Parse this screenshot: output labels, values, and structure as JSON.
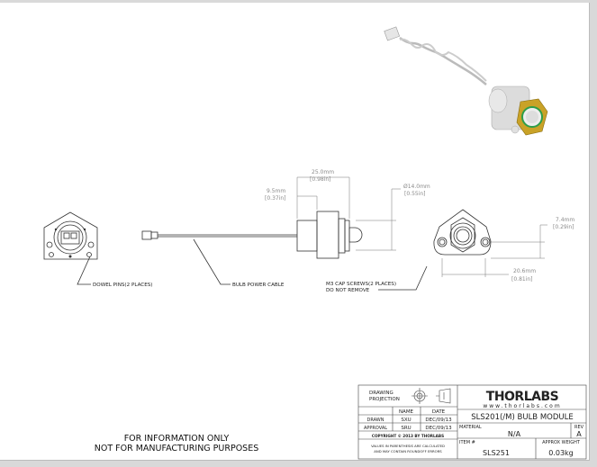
{
  "dimensions": {
    "length_mm": "25.0mm",
    "length_in": "[0.98in]",
    "offset_mm": "9.5mm",
    "offset_in": "[0.37in]",
    "diameter_mm": "Ø14.0mm",
    "diameter_in": "[0.55in]",
    "height_mm": "7.4mm",
    "height_in": "[0.29in]",
    "width_mm": "20.6mm",
    "width_in": "[0.81in]"
  },
  "callouts": {
    "dowel_pins": "DOWEL PINS(2 PLACES)",
    "power_cable": "BULB POWER CABLE",
    "cap_screws_1": "M3 CAP SCREWS(2 PLACES)",
    "cap_screws_2": "DO NOT REMOVE"
  },
  "notice": {
    "line1": "FOR INFORMATION ONLY",
    "line2": "NOT FOR MANUFACTURING PURPOSES"
  },
  "title_block": {
    "projection_label_1": "DRAWING",
    "projection_label_2": "PROJECTION",
    "name_header": "NAME",
    "date_header": "DATE",
    "drawn_label": "DRAWN",
    "drawn_name": "SXU",
    "drawn_date": "DEC/09/13",
    "approval_label": "APPROVAL",
    "approval_name": "SRU",
    "approval_date": "DEC/09/13",
    "copyright": "COPYRIGHT © 2013 BY THORLABS",
    "values_note_1": "VALUES IN PARENTHESIS ARE CALCULATED",
    "values_note_2": "AND MAY CONTAIN ROUNDOFF ERRORS",
    "logo": "THORLABS",
    "website": "www.thorlabs.com",
    "title": "SLS201(/M) BULB MODULE",
    "material_label": "MATERIAL",
    "material_value": "N/A",
    "rev_label": "REV",
    "rev_value": "A",
    "item_label": "ITEM #",
    "item_value": "SLS251",
    "weight_label": "APPROX WEIGHT",
    "weight_value": "0.03kg"
  },
  "colors": {
    "dimension": "#8a8a8a",
    "bezel": "#c9a227",
    "ring": "#2e9e4a"
  }
}
